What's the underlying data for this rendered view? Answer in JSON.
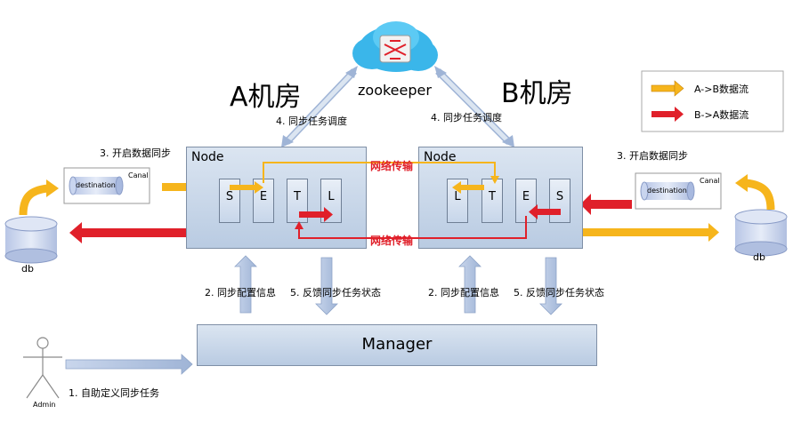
{
  "zookeeper": {
    "label": "zookeeper",
    "icon": "zookeeper-cloud-icon"
  },
  "rooms": {
    "a": "A机房",
    "b": "B机房"
  },
  "legend": [
    {
      "label": "A->B数据流",
      "color": "#f6b51c"
    },
    {
      "label": "B->A数据流",
      "color": "#e0202a"
    }
  ],
  "steps": {
    "sched_a": "4. 同步任务调度",
    "sched_b": "4. 同步任务调度",
    "start_a": "3. 开启数据同步",
    "start_b": "3. 开启数据同步",
    "config_a": "2. 同步配置信息",
    "feedback_a": "5. 反馈同步任务状态",
    "config_b": "2. 同步配置信息",
    "feedback_b": "5. 反馈同步任务状态",
    "define": "1.   自助定义同步任务"
  },
  "node_a": {
    "title": "Node",
    "slots": [
      "S",
      "E",
      "T",
      "L"
    ]
  },
  "node_b": {
    "title": "Node",
    "slots": [
      "L",
      "T",
      "E",
      "S"
    ]
  },
  "network": {
    "top": "网络传输",
    "bottom": "网络传输"
  },
  "canal_a": {
    "canal": "Canal",
    "destination": "destination"
  },
  "canal_b": {
    "canal": "Canal",
    "destination": "destination"
  },
  "db_a": "db",
  "db_b": "db",
  "manager": "Manager",
  "admin": "Admin",
  "colors": {
    "ab": "#f6b51c",
    "ba": "#e0202a",
    "panel": "#c5d5ea",
    "edge": "#7f8fa6"
  }
}
